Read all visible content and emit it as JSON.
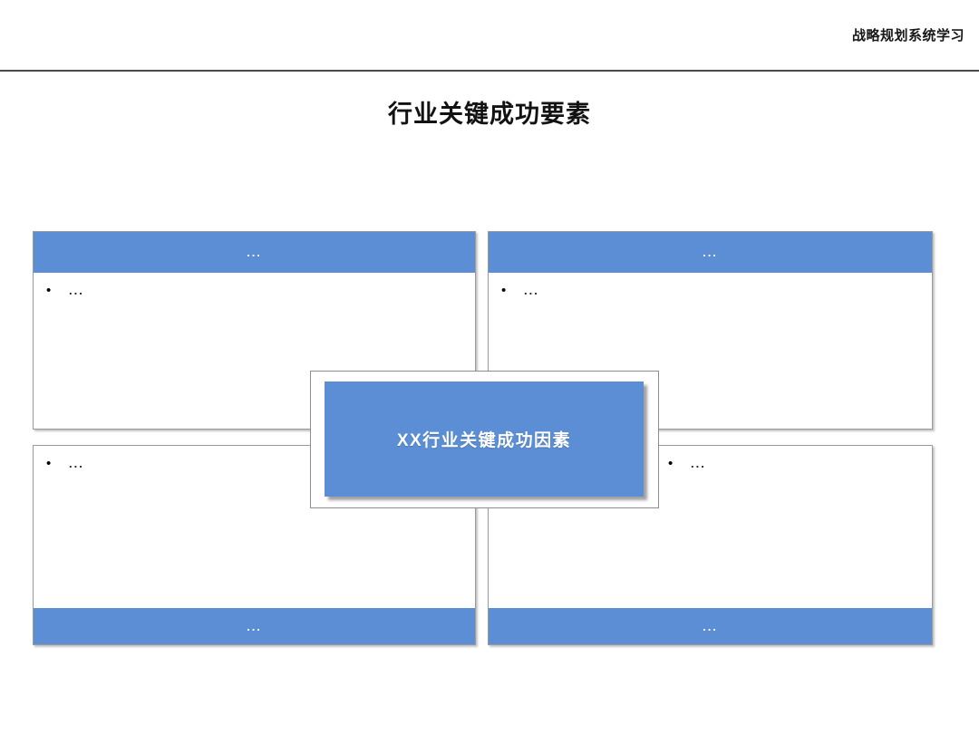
{
  "header": {
    "label": "战略规划系统学习"
  },
  "title": "行业关键成功要素",
  "colors": {
    "accent_blue": "#5b8ed4",
    "rule": "#4a4a4a",
    "box_border": "#9a9a9a",
    "text": "#121212"
  },
  "center": {
    "label": "XX行业关键成功因素"
  },
  "quadrants": [
    {
      "position": "top-left",
      "bar_position": "top",
      "bar_label": "...",
      "bullet_marker": "•",
      "bullet_text": "..."
    },
    {
      "position": "top-right",
      "bar_position": "top",
      "bar_label": "...",
      "bullet_marker": "•",
      "bullet_text": "..."
    },
    {
      "position": "bottom-left",
      "bar_position": "bottom",
      "bar_label": "...",
      "bullet_marker": "•",
      "bullet_text": "..."
    },
    {
      "position": "bottom-right",
      "bar_position": "bottom",
      "bar_label": "...",
      "bullet_marker": "•",
      "bullet_text": "..."
    }
  ]
}
